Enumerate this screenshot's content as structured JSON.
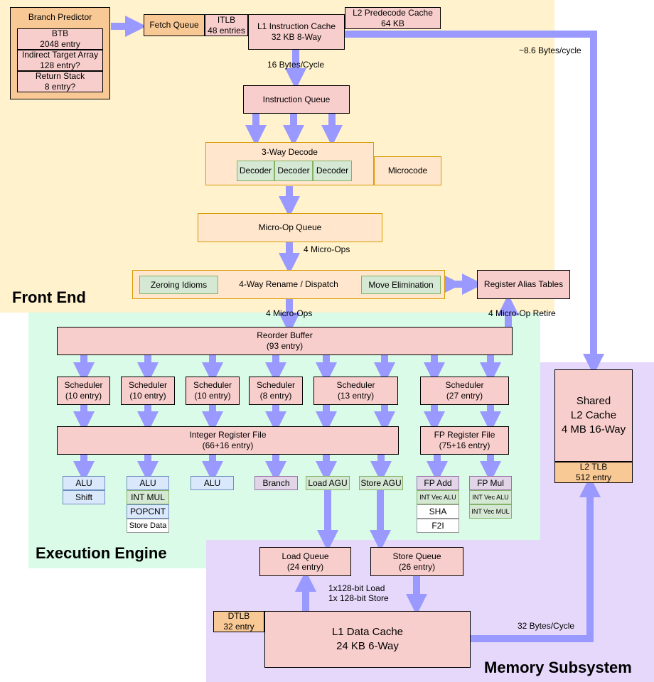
{
  "colors": {
    "front_end_bg": "#fff2cc",
    "execution_bg": "#d9fbe8",
    "memory_bg": "#e5d8fb",
    "arrow": "#9999ff",
    "box_pink": "#f8cecc",
    "box_orange": "#ffe6cc",
    "box_green": "#d5e8d4",
    "box_blue": "#dae8fc",
    "box_purple": "#e1d5e7"
  },
  "regions": {
    "front_end": "Front End",
    "execution_engine": "Execution Engine",
    "memory_subsystem": "Memory Subsystem"
  },
  "front_end": {
    "branch_predictor": {
      "title": "Branch Predictor",
      "btb": "BTB\n2048 entry",
      "ita": "Indirect Target Array\n128 entry?",
      "rs": "Return Stack\n8 entry?"
    },
    "fetch_queue": "Fetch Queue",
    "itlb": "ITLB\n48 entries",
    "l1i": "L1 Instruction Cache\n32 KB 8-Way",
    "l2_predecode": "L2 Predecode Cache\n64 KB",
    "l2_bandwidth": "~8.6 Bytes/cycle",
    "fetch_bandwidth": "16 Bytes/Cycle",
    "instruction_queue": "Instruction Queue",
    "decode": {
      "title": "3-Way Decode",
      "decoders": [
        "Decoder",
        "Decoder",
        "Decoder"
      ],
      "microcode": "Microcode"
    },
    "micro_op_queue": "Micro-Op Queue",
    "micro_ops_1": "4 Micro-Ops",
    "rename": {
      "title": "4-Way Rename / Dispatch",
      "zeroing": "Zeroing Idioms",
      "move_elim": "Move Elimination"
    },
    "rat": "Register Alias Tables",
    "micro_ops_2": "4 Micro-Ops",
    "retire": "4 Micro-Op Retire"
  },
  "execution": {
    "rob": "Reorder Buffer\n(93 entry)",
    "schedulers": [
      "Scheduler\n(10 entry)",
      "Scheduler\n(10 entry)",
      "Scheduler\n(10 entry)",
      "Scheduler\n(8 entry)",
      "Scheduler\n(13 entry)",
      "Scheduler\n(27 entry)"
    ],
    "int_rf": "Integer Register File\n(66+16 entry)",
    "fp_rf": "FP Register File\n(75+16 entry)",
    "units": {
      "alu1": "ALU",
      "shift": "Shift",
      "alu2": "ALU",
      "int_mul": "INT MUL",
      "popcnt": "POPCNT",
      "store_data": "Store Data",
      "alu3": "ALU",
      "branch": "Branch",
      "load_agu": "Load AGU",
      "store_agu": "Store AGU",
      "fp_add": "FP Add",
      "int_vec_alu_1": "INT Vec ALU",
      "sha": "SHA",
      "f2i": "F2I",
      "fp_mul": "FP Mul",
      "int_vec_alu_2": "INT Vec ALU",
      "int_vec_mul": "INT Vec MUL"
    }
  },
  "memory": {
    "l2": "Shared\nL2 Cache\n4 MB 16-Way",
    "l2_tlb": "L2 TLB\n512 entry",
    "load_queue": "Load Queue\n(24 entry)",
    "store_queue": "Store Queue\n(26 entry)",
    "ls_bandwidth": "1x128-bit Load\n1x 128-bit Store",
    "dtlb": "DTLB\n32 entry",
    "l1d": "L1 Data Cache\n24 KB 6-Way",
    "l1d_bandwidth": "32 Bytes/Cycle"
  }
}
